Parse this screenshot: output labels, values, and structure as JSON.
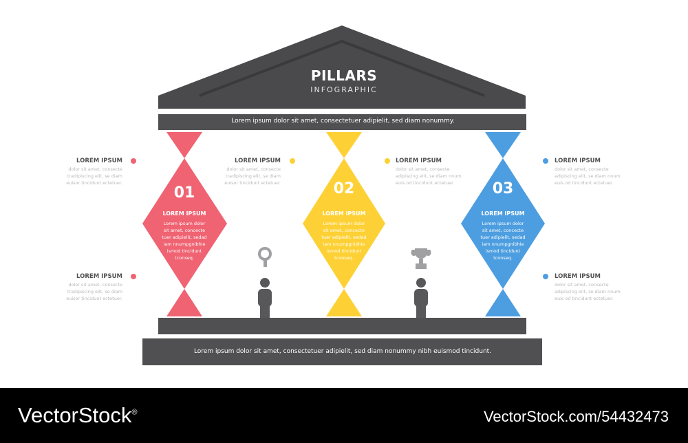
{
  "title": "PILLARS",
  "subtitle": "INFOGRAPHIC",
  "beam_text": "Lorem ipsum dolor sit amet, consectetuer adipielit, sed diam nonummy.",
  "base_text": "Lorem ipsum dolor sit amet, consectetuer adipielit, sed diam nonummy nibh euismod tincidunt.",
  "colors": {
    "roof": "#4a4a4c",
    "beam": "#505052",
    "red": "#ef6372",
    "yellow": "#fdd135",
    "blue": "#4d9ee0",
    "person": "#58585a",
    "side_text": "#b8b8b8"
  },
  "pillars": [
    {
      "number": "01",
      "heading": "LOREM IPSUM",
      "lines": [
        "Lorem ipsum dolor",
        "sit amet, concecte",
        "tuer adipielit, sedad",
        "iam nnumpgnibhie",
        "ismod tincidunt",
        "tconseq."
      ]
    },
    {
      "number": "02",
      "heading": "LOREM IPSUM",
      "lines": [
        "Lorem ipsum dolor",
        "sit amet, concecte",
        "tuer adipielit, sedad",
        "iam nnumpgnibhie",
        "ismod tincidunt",
        "tconseq."
      ]
    },
    {
      "number": "03",
      "heading": "LOREM IPSUM",
      "lines": [
        "Lorem ipsum dolor",
        "sit amet, concecte",
        "tuer adipielit, sedad",
        "iam nnumpgnibhie",
        "ismod tincidunt",
        "tconseq."
      ]
    }
  ],
  "side_labels": {
    "left_top": {
      "heading": "LOREM IPSUM",
      "lines": [
        "dolor sit amet, consecte",
        "tradipiscing elit, se diam",
        "euisor tincidunt ectetuer."
      ]
    },
    "left_bottom": {
      "heading": "LOREM IPSUM",
      "lines": [
        "dolor sit amet, consecte",
        "tradipiscing elit, se diam",
        "euisor tincidunt ectetuer."
      ]
    },
    "mid1": {
      "heading": "LOREM IPSUM",
      "lines": [
        "dolor sit amet, consecte",
        "tradipiscing elit, se diam",
        "euisor tincidunt ectetuer."
      ]
    },
    "mid2": {
      "heading": "LOREM IPSUM",
      "lines": [
        "dolor sit amet, consecte",
        "adipiscing elit, se diam nnum",
        "euis od tincidunt ectetuer."
      ]
    },
    "right_top": {
      "heading": "LOREM IPSUM",
      "lines": [
        "dolor sit amet, consecte",
        "adipiscing elit, se diam nnum",
        "euis od tincidunt ectetuer."
      ]
    },
    "right_bottom": {
      "heading": "LOREM IPSUM",
      "lines": [
        "dolor sit amet, consecte",
        "adipiscing elit, se diam nnum",
        "euis od tincidunt ectetuer."
      ]
    }
  },
  "icons": [
    "magnifier-icon",
    "trophy-icon",
    "person-icon"
  ],
  "footer": {
    "brand": "VectorStock",
    "registered": "®",
    "url": "VectorStock.com/54432473"
  }
}
